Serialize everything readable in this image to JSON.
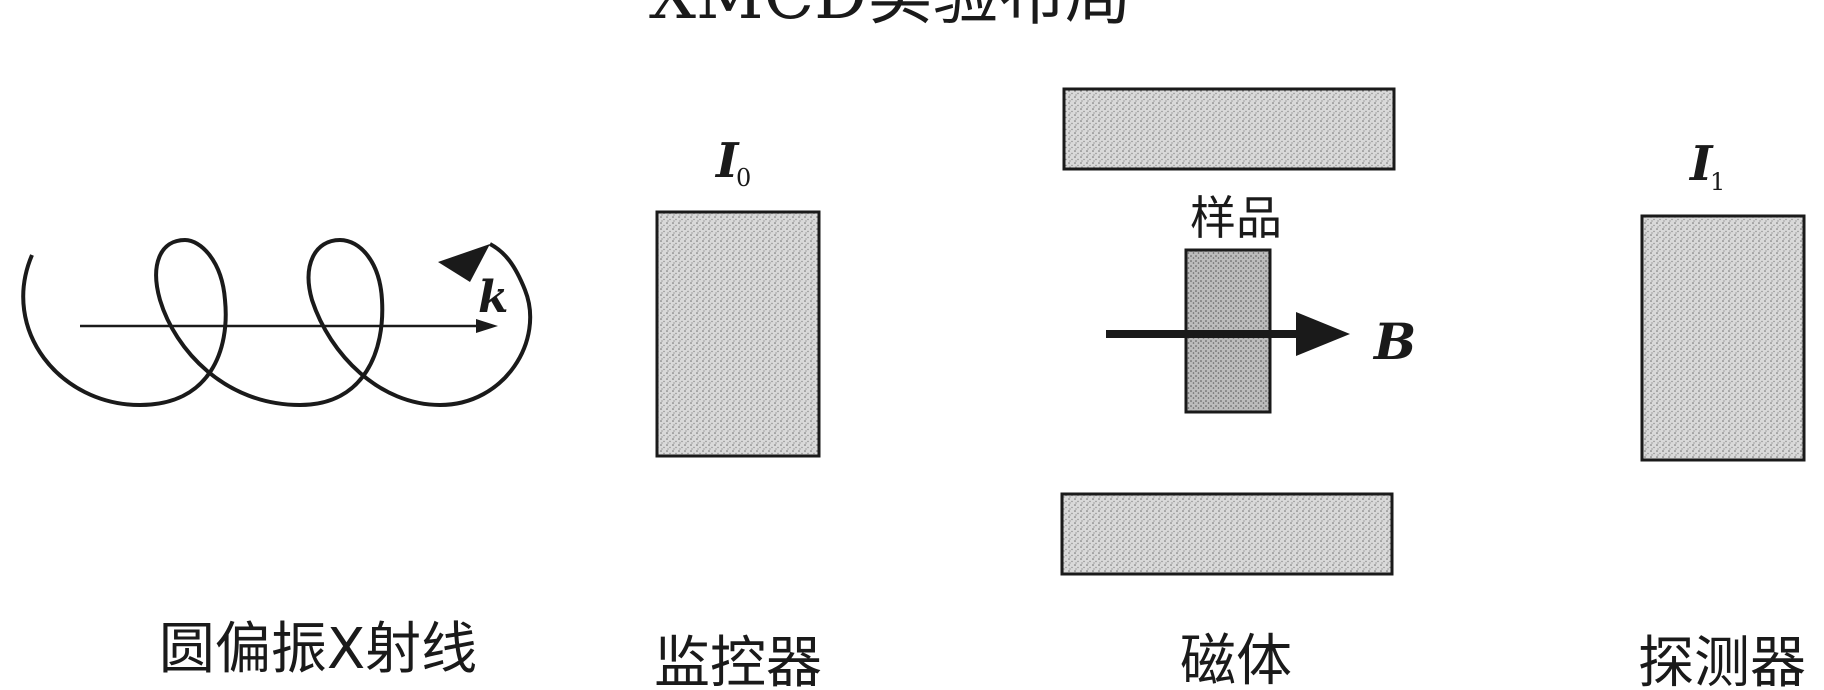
{
  "title": "XMCD实验布局",
  "beam": {
    "caption": "圆偏振X射线",
    "wave_vector": "k"
  },
  "monitor": {
    "caption": "监控器",
    "intensity_symbol": "I",
    "intensity_subscript": "0"
  },
  "magnet": {
    "caption": "磁体",
    "sample_label": "样品",
    "field_symbol": "B"
  },
  "detector": {
    "caption": "探测器",
    "intensity_symbol": "I",
    "intensity_subscript": "1"
  },
  "colors": {
    "stroke": "#1a1a1a",
    "fill_light": "#d9d9d9",
    "fill_sample": "#bfbfbf"
  }
}
